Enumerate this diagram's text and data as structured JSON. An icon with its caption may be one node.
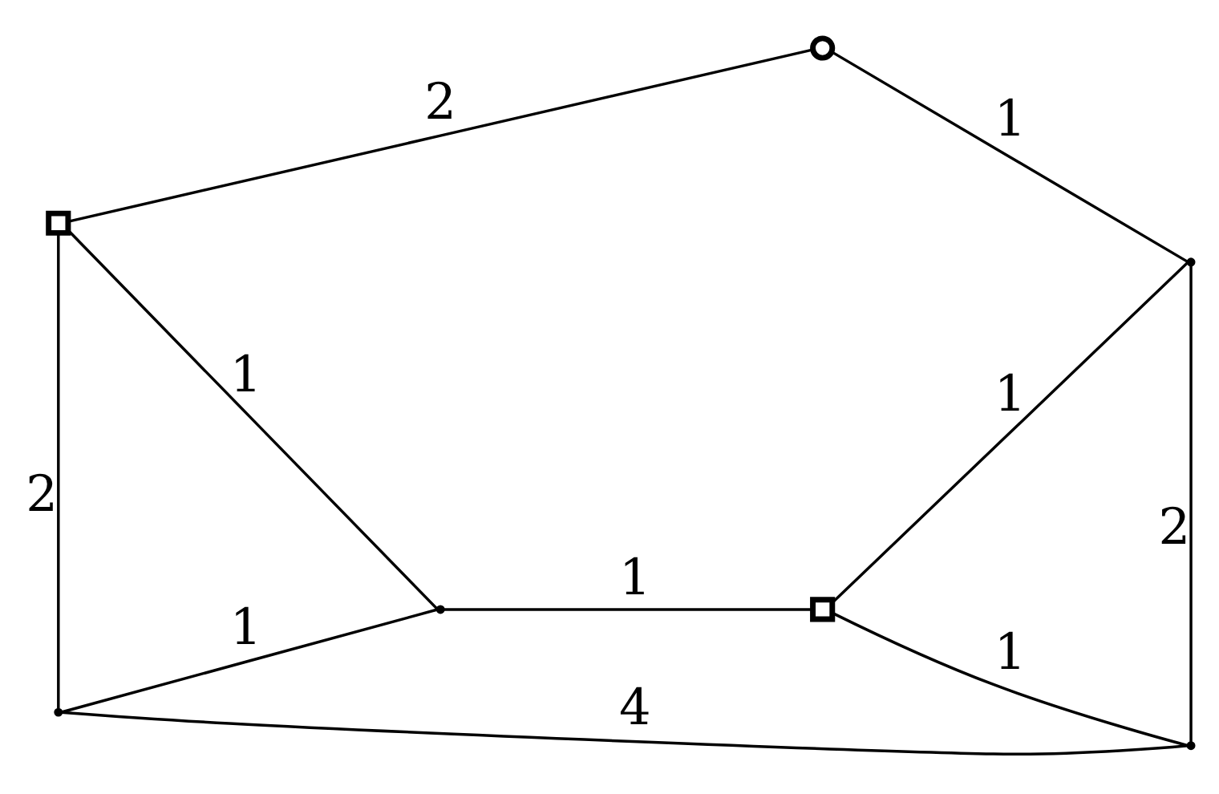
{
  "diagram": {
    "nodes": [
      {
        "text": [],
        "shape": "box"
      },
      {
        "text": [],
        "shape": "circle"
      },
      {
        "text": [],
        "shape": "point"
      },
      {
        "text": [],
        "shape": "point"
      },
      {
        "text": [],
        "shape": "box"
      },
      {
        "text": [],
        "shape": "point"
      },
      {
        "text": [],
        "shape": "point"
      }
    ],
    "edges": [
      {
        "from": 0,
        "to": 1,
        "arrow": "none",
        "label": "2"
      },
      {
        "from": 1,
        "to": 2,
        "arrow": "none",
        "label": "1"
      },
      {
        "from": 0,
        "to": 3,
        "arrow": "none",
        "label": "1"
      },
      {
        "from": 4,
        "to": 2,
        "arrow": "none",
        "label": "1"
      },
      {
        "from": 0,
        "to": 5,
        "arrow": "none",
        "label": "2"
      },
      {
        "from": 3,
        "to": 4,
        "arrow": "none",
        "label": "1"
      },
      {
        "from": 2,
        "to": 6,
        "arrow": "none",
        "label": "2"
      },
      {
        "from": 3,
        "to": 5,
        "arrow": "none",
        "label": "1"
      },
      {
        "from": 4,
        "to": 6,
        "arrow": "none",
        "label": "1"
      },
      {
        "from": 5,
        "to": 6,
        "arrow": "none",
        "label": "4"
      }
    ]
  }
}
